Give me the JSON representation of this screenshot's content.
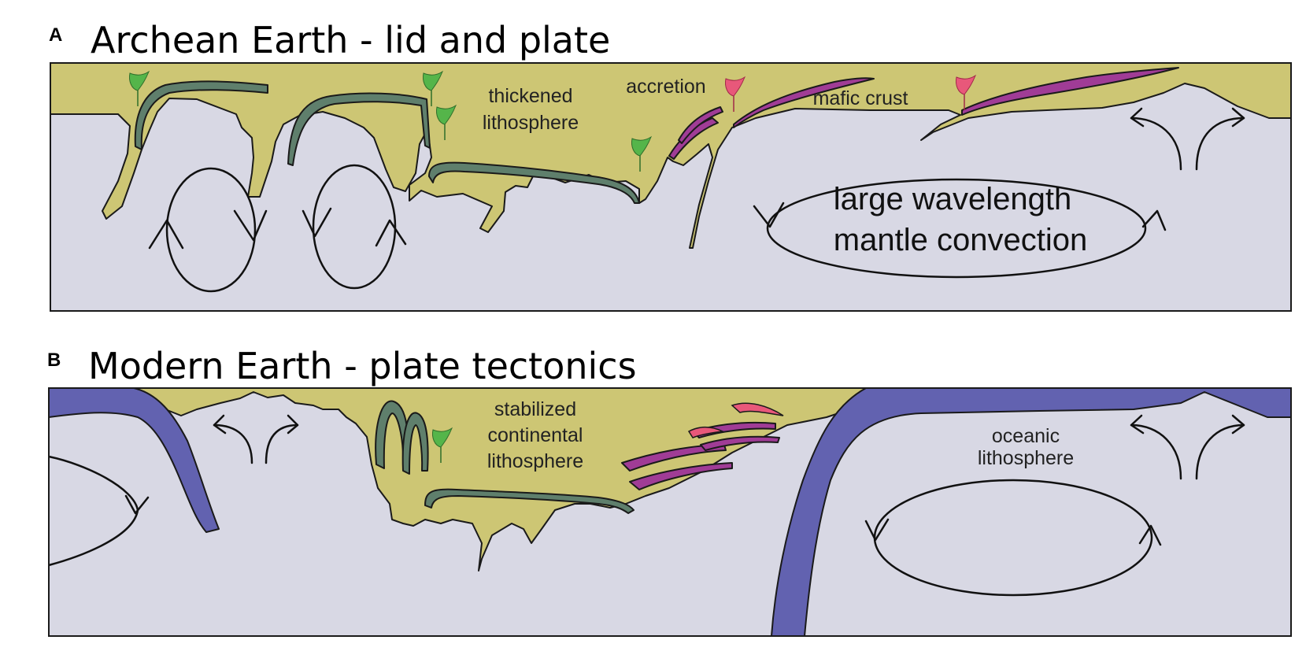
{
  "panel_a": {
    "letter": "A",
    "title": "Archean Earth - lid and plate",
    "labels": {
      "thickened_line1": "thickened",
      "thickened_line2": "lithosphere",
      "accretion": "accretion",
      "mafic_crust": "mafic crust",
      "convection_line1": "large wavelength",
      "convection_line2": "mantle convection"
    }
  },
  "panel_b": {
    "letter": "B",
    "title": "Modern Earth - plate tectonics",
    "labels": {
      "stabilized_line1": "stabilized",
      "stabilized_line2": "continental",
      "stabilized_line3": "lithosphere",
      "oceanic_line1": "oceanic",
      "oceanic_line2": "lithosphere"
    }
  },
  "colors": {
    "mantle": "#d8d8e4",
    "lithosphere": "#cdc674",
    "keel": "#5f7f6c",
    "mafic_crust": "#a03c96",
    "oceanic_slab": "#6262b0",
    "felsic_green": "#55b54a",
    "felsic_pink": "#e8587a"
  },
  "icons": {
    "convection_arrow": "curved-arrow-icon",
    "magma_drop": "teardrop-icon"
  }
}
